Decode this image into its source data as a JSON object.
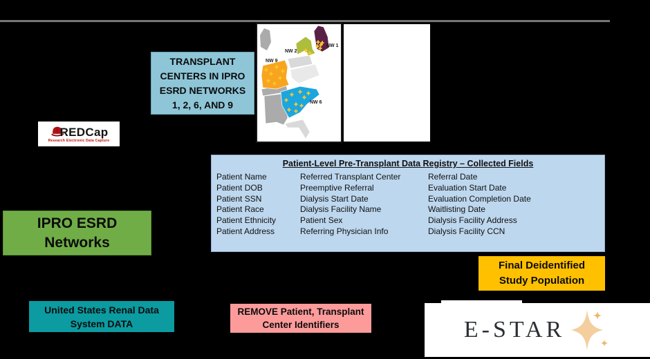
{
  "slide": {
    "background": "#000000",
    "divider_color": "#777777"
  },
  "transplant_centers_box": {
    "bg": "#8EC6D8",
    "lines": [
      "TRANSPLANT",
      "CENTERS IN IPRO",
      "ESRD NETWORKS",
      "1, 2, 6, AND 9"
    ]
  },
  "network_map": {
    "labels": [
      {
        "text": "NW 9"
      },
      {
        "text": "NW 2"
      },
      {
        "text": "NW 1"
      },
      {
        "text": "NW 6"
      }
    ],
    "region_colors": {
      "nw1": "#5A2145",
      "nw2": "#ADBD3C",
      "nw6": "#1CA6DE",
      "nw9": "#F7A51F",
      "other_states": "#ABABAB",
      "marker": "#FFC72C"
    }
  },
  "redcap_logo": {
    "wordmark": "REDCap",
    "tagline": "Research Electronic Data Capture",
    "accent": "#B01116"
  },
  "ipro_networks_box": {
    "bg": "#70AD47",
    "lines": [
      "IPRO ESRD",
      "Networks"
    ]
  },
  "registry_box": {
    "bg": "#BDD7EE",
    "title": "Patient-Level Pre-Transplant Data Registry – Collected Fields",
    "columns": [
      [
        "Patient Name",
        "Patient DOB",
        "Patient SSN",
        "Patient Race",
        "Patient Ethnicity",
        "Patient Address"
      ],
      [
        "Referred Transplant Center",
        "Preemptive Referral",
        "Dialysis Start Date",
        "Dialysis Facility Name",
        "Patient Sex",
        "Referring Physician Info"
      ],
      [
        "Referral Date",
        "Evaluation Start Date",
        "Evaluation Completion Date",
        "Waitlisting Date",
        "Dialysis Facility Address",
        "Dialysis Facility CCN"
      ]
    ]
  },
  "final_population_box": {
    "bg": "#FFC000",
    "lines": [
      "Final Deidentified",
      "Study Population"
    ]
  },
  "usrds_box": {
    "bg": "#0B9BA1",
    "lines": [
      "United States Renal Data",
      "System DATA"
    ]
  },
  "remove_identifiers_box": {
    "bg": "#FD9B9B",
    "lines": [
      "REMOVE Patient, Transplant",
      "Center Identifiers"
    ]
  },
  "estar_logo": {
    "wordmark": "E-STAR",
    "star_color": "#F5CE9E"
  }
}
